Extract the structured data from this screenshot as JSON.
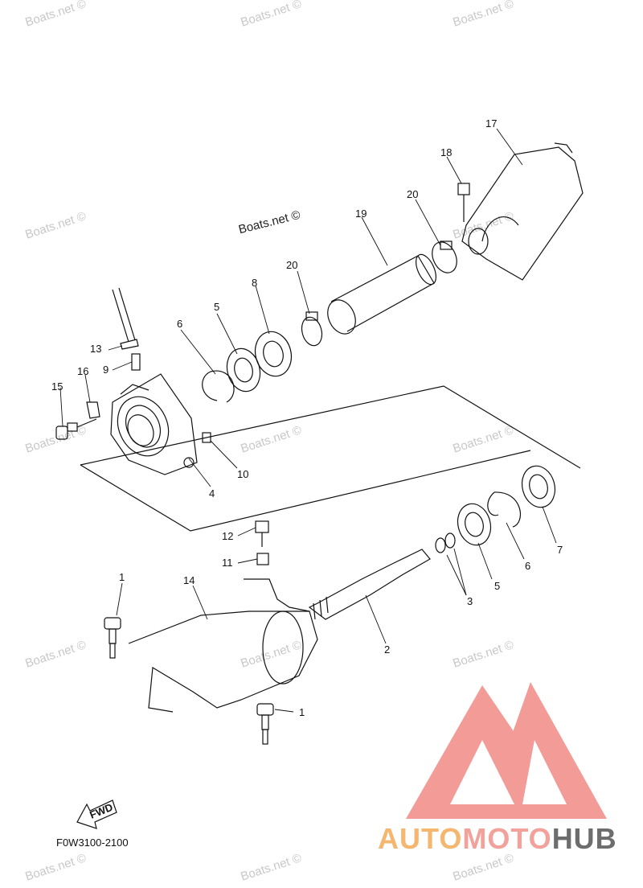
{
  "watermark": "Boats.net ©",
  "diagram_code": "F0W3100-2100",
  "fwd_label": "FWD",
  "brand": {
    "part1": "AUTO",
    "part2": "MOTO",
    "part3": "HUB"
  },
  "colors": {
    "line": "#111111",
    "logo": "#f08a85",
    "watermark": "#c8c8c8"
  },
  "callouts": {
    "c1a": "1",
    "c1b": "1",
    "c2": "2",
    "c3": "3",
    "c4": "4",
    "c5a": "5",
    "c5b": "5",
    "c6a": "6",
    "c6b": "6",
    "c7": "7",
    "c8": "8",
    "c9": "9",
    "c10": "10",
    "c11": "11",
    "c12": "12",
    "c13": "13",
    "c14": "14",
    "c15": "15",
    "c16": "16",
    "c17": "17",
    "c18": "18",
    "c19": "19",
    "c20a": "20",
    "c20b": "20"
  }
}
